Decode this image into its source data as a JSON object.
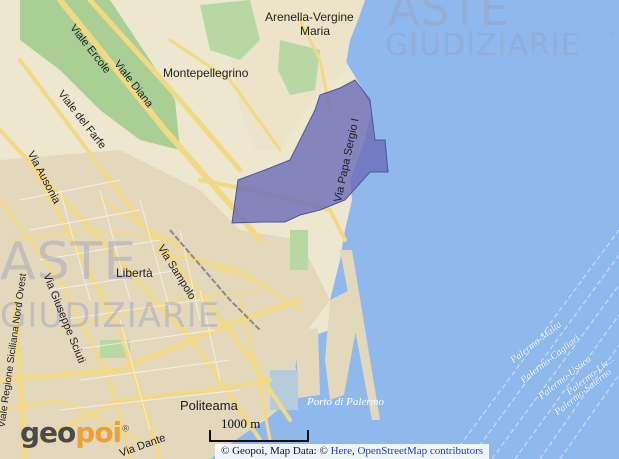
{
  "map": {
    "colors": {
      "land": "#eee7cf",
      "urban": "#e6dcc3",
      "sea": "#8fb9ec",
      "roads": "#f2d983",
      "park": "#a9cf95",
      "highlight": "#6c6fb8"
    },
    "places": {
      "arenella": "Arenella-Vergine",
      "maria": "Maria",
      "montepellegrino": "Montepellegrino",
      "liberta": "Libertà",
      "politeama": "Politeama",
      "porto": "Porto di Palermo"
    },
    "streets": {
      "ercole": "Viale Ercole",
      "diana": "Viale Diana",
      "farfe": "Viale del Farfe",
      "ausonia": "Via Ausonia",
      "sampolo": "Via Sampolo",
      "sciuti": "Via Giuseppe Sciuti",
      "regione": "Viale Regione Siciliana Nord Ovest",
      "papa_sergio": "Via Papa Sergio I",
      "dante": "Via Dante"
    },
    "ferries": {
      "malta": "Palermo-Malta",
      "cagliari": "Palermo-Cagliari",
      "ustica": "Palermo-Ustica",
      "salerno": "Palermo-Salerno",
      "livorno": "Palermo-Liv..."
    },
    "watermarks": {
      "aste": "ASTE",
      "giudiziarie": "GIUDIZIARIE",
      "reg": "®"
    },
    "logo": {
      "part1": "geo",
      "part2": "poi",
      "reg": "®"
    },
    "scale": {
      "label": "1000 m"
    },
    "attribution": {
      "prefix": "© Geopoi, Map Data: © ",
      "link1": "Here",
      "sep": ", ",
      "link2": "OpenStreetMap contributors"
    }
  }
}
